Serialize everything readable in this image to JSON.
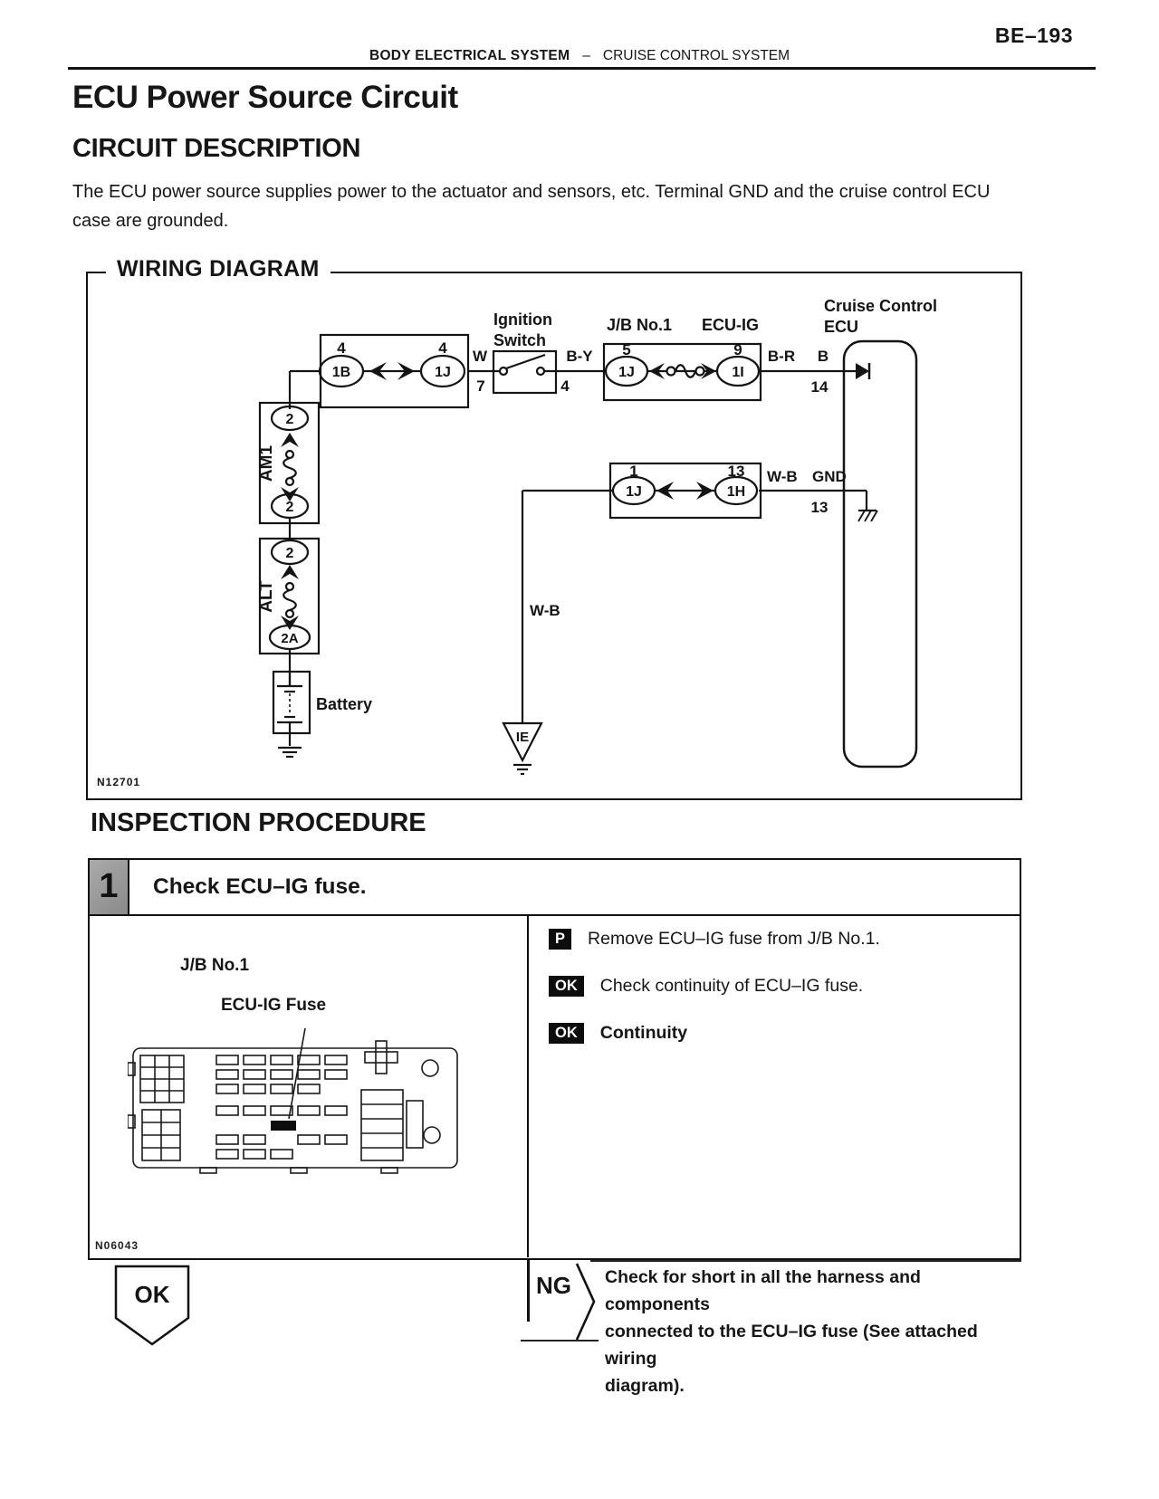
{
  "colors": {
    "ink": "#161616",
    "paper": "#ffffff",
    "step_gray": "#9b9b9b",
    "badge_bg": "#0d0d0d"
  },
  "page": {
    "page_number": "BE–193",
    "header_left": "BODY ELECTRICAL SYSTEM",
    "header_dash": "–",
    "header_right": "CRUISE CONTROL SYSTEM",
    "title": "ECU Power Source Circuit",
    "section1": "CIRCUIT DESCRIPTION",
    "description": "The ECU power source supplies power to the actuator and sensors, etc. Terminal GND and the cruise control ECU case are grounded.",
    "section2": "INSPECTION PROCEDURE"
  },
  "wiring": {
    "title": "WIRING DIAGRAM",
    "code": "N12701",
    "ignition": [
      "Ignition",
      "Switch"
    ],
    "jb_title": "J/B No.1",
    "ecuig_title": "ECU-IG",
    "ecu_title": [
      "Cruise Control",
      "ECU"
    ],
    "conn1": {
      "left_pin": "4",
      "left": "1B",
      "right_pin": "4",
      "right": "1J"
    },
    "w": "W",
    "p7": "7",
    "by": "B-Y",
    "p4": "4",
    "p5": "5",
    "jb_left": "1J",
    "p9": "9",
    "jb_right": "1I",
    "br": "B-R",
    "b": "B",
    "p14": "14",
    "am1": "AM1",
    "am1_top": "2",
    "am1_bot": "2",
    "alt": "ALT",
    "alt_top": "2",
    "alt_bot": "2A",
    "battery": "Battery",
    "mid": {
      "p1": "1",
      "left": "1J",
      "p13": "13",
      "right": "1H"
    },
    "wb_vert": "W-B",
    "wb_gnd_1": "W-B",
    "wb_gnd_2": "GND",
    "gnd_pin": "13",
    "ie": "IE"
  },
  "inspection": {
    "num": "1",
    "step_title": "Check ECU–IG fuse.",
    "jb": "J/B No.1",
    "fuse": "ECU-IG Fuse",
    "code": "N06043",
    "items": [
      {
        "badge": "P",
        "text": "Remove ECU–IG fuse from J/B No.1."
      },
      {
        "badge": "OK",
        "text": "Check continuity of ECU–IG fuse."
      },
      {
        "badge": "OK",
        "text": "Continuity"
      }
    ],
    "ok": "OK",
    "ng": "NG",
    "ng_lines": [
      "Check for short in all the harness and components",
      "connected to the ECU–IG fuse (See attached wiring",
      "diagram)."
    ]
  }
}
